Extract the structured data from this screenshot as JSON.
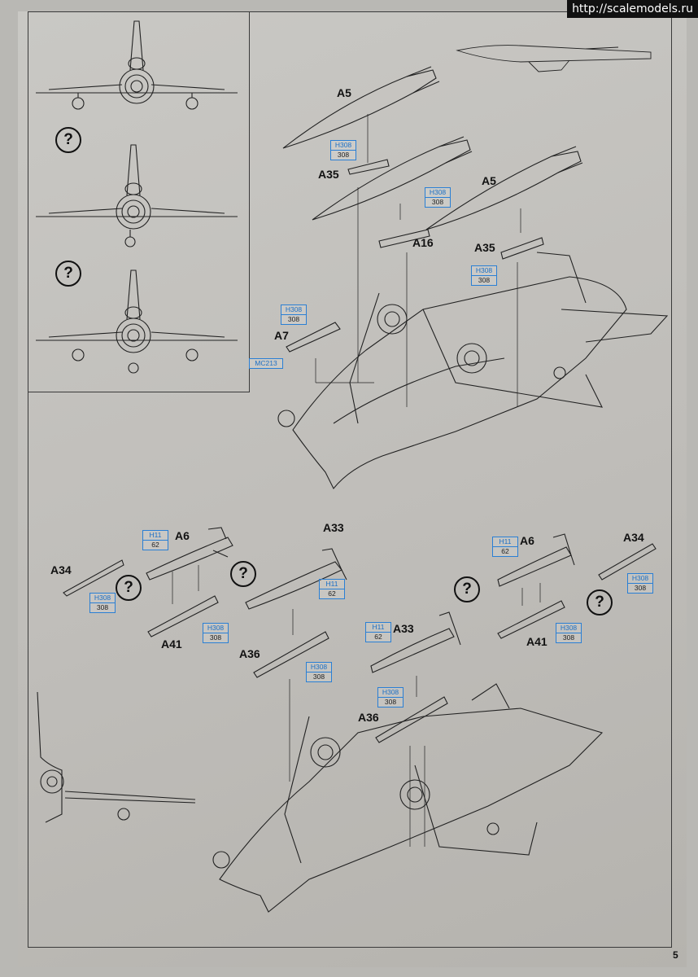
{
  "watermark": "http://scalemodels.ru",
  "page_number": "5",
  "question_mark": "?",
  "labels": {
    "a5_top": "A5",
    "a35_top": "A35",
    "a16": "A16",
    "a5_right": "A5",
    "a35_right": "A35",
    "a7": "A7",
    "a6_left": "A6",
    "a34_left": "A34",
    "a41_left": "A41",
    "a33_top": "A33",
    "a36_left": "A36",
    "a6_right": "A6",
    "a34_right": "A34",
    "a41_right": "A41",
    "a33_mid": "A33",
    "a36_mid": "A36"
  },
  "paint_codes": [
    {
      "id": "pc1",
      "top": "H308",
      "bottom": "308"
    },
    {
      "id": "pc2",
      "top": "H308",
      "bottom": "308"
    },
    {
      "id": "pc3",
      "top": "H308",
      "bottom": "308"
    },
    {
      "id": "pc4",
      "top": "H308",
      "bottom": "308"
    },
    {
      "id": "pc5",
      "top": "MC213",
      "bottom": ""
    },
    {
      "id": "pc6",
      "top": "H11",
      "bottom": "62"
    },
    {
      "id": "pc7",
      "top": "H308",
      "bottom": "308"
    },
    {
      "id": "pc8",
      "top": "H11",
      "bottom": "62"
    },
    {
      "id": "pc9",
      "top": "H308",
      "bottom": "308"
    },
    {
      "id": "pc10",
      "top": "H308",
      "bottom": "308"
    },
    {
      "id": "pc11",
      "top": "H11",
      "bottom": "62"
    },
    {
      "id": "pc12",
      "top": "H308",
      "bottom": "308"
    },
    {
      "id": "pc13",
      "top": "H11",
      "bottom": "62"
    },
    {
      "id": "pc14",
      "top": "H308",
      "bottom": "308"
    },
    {
      "id": "pc15",
      "top": "H308",
      "bottom": "308"
    }
  ]
}
